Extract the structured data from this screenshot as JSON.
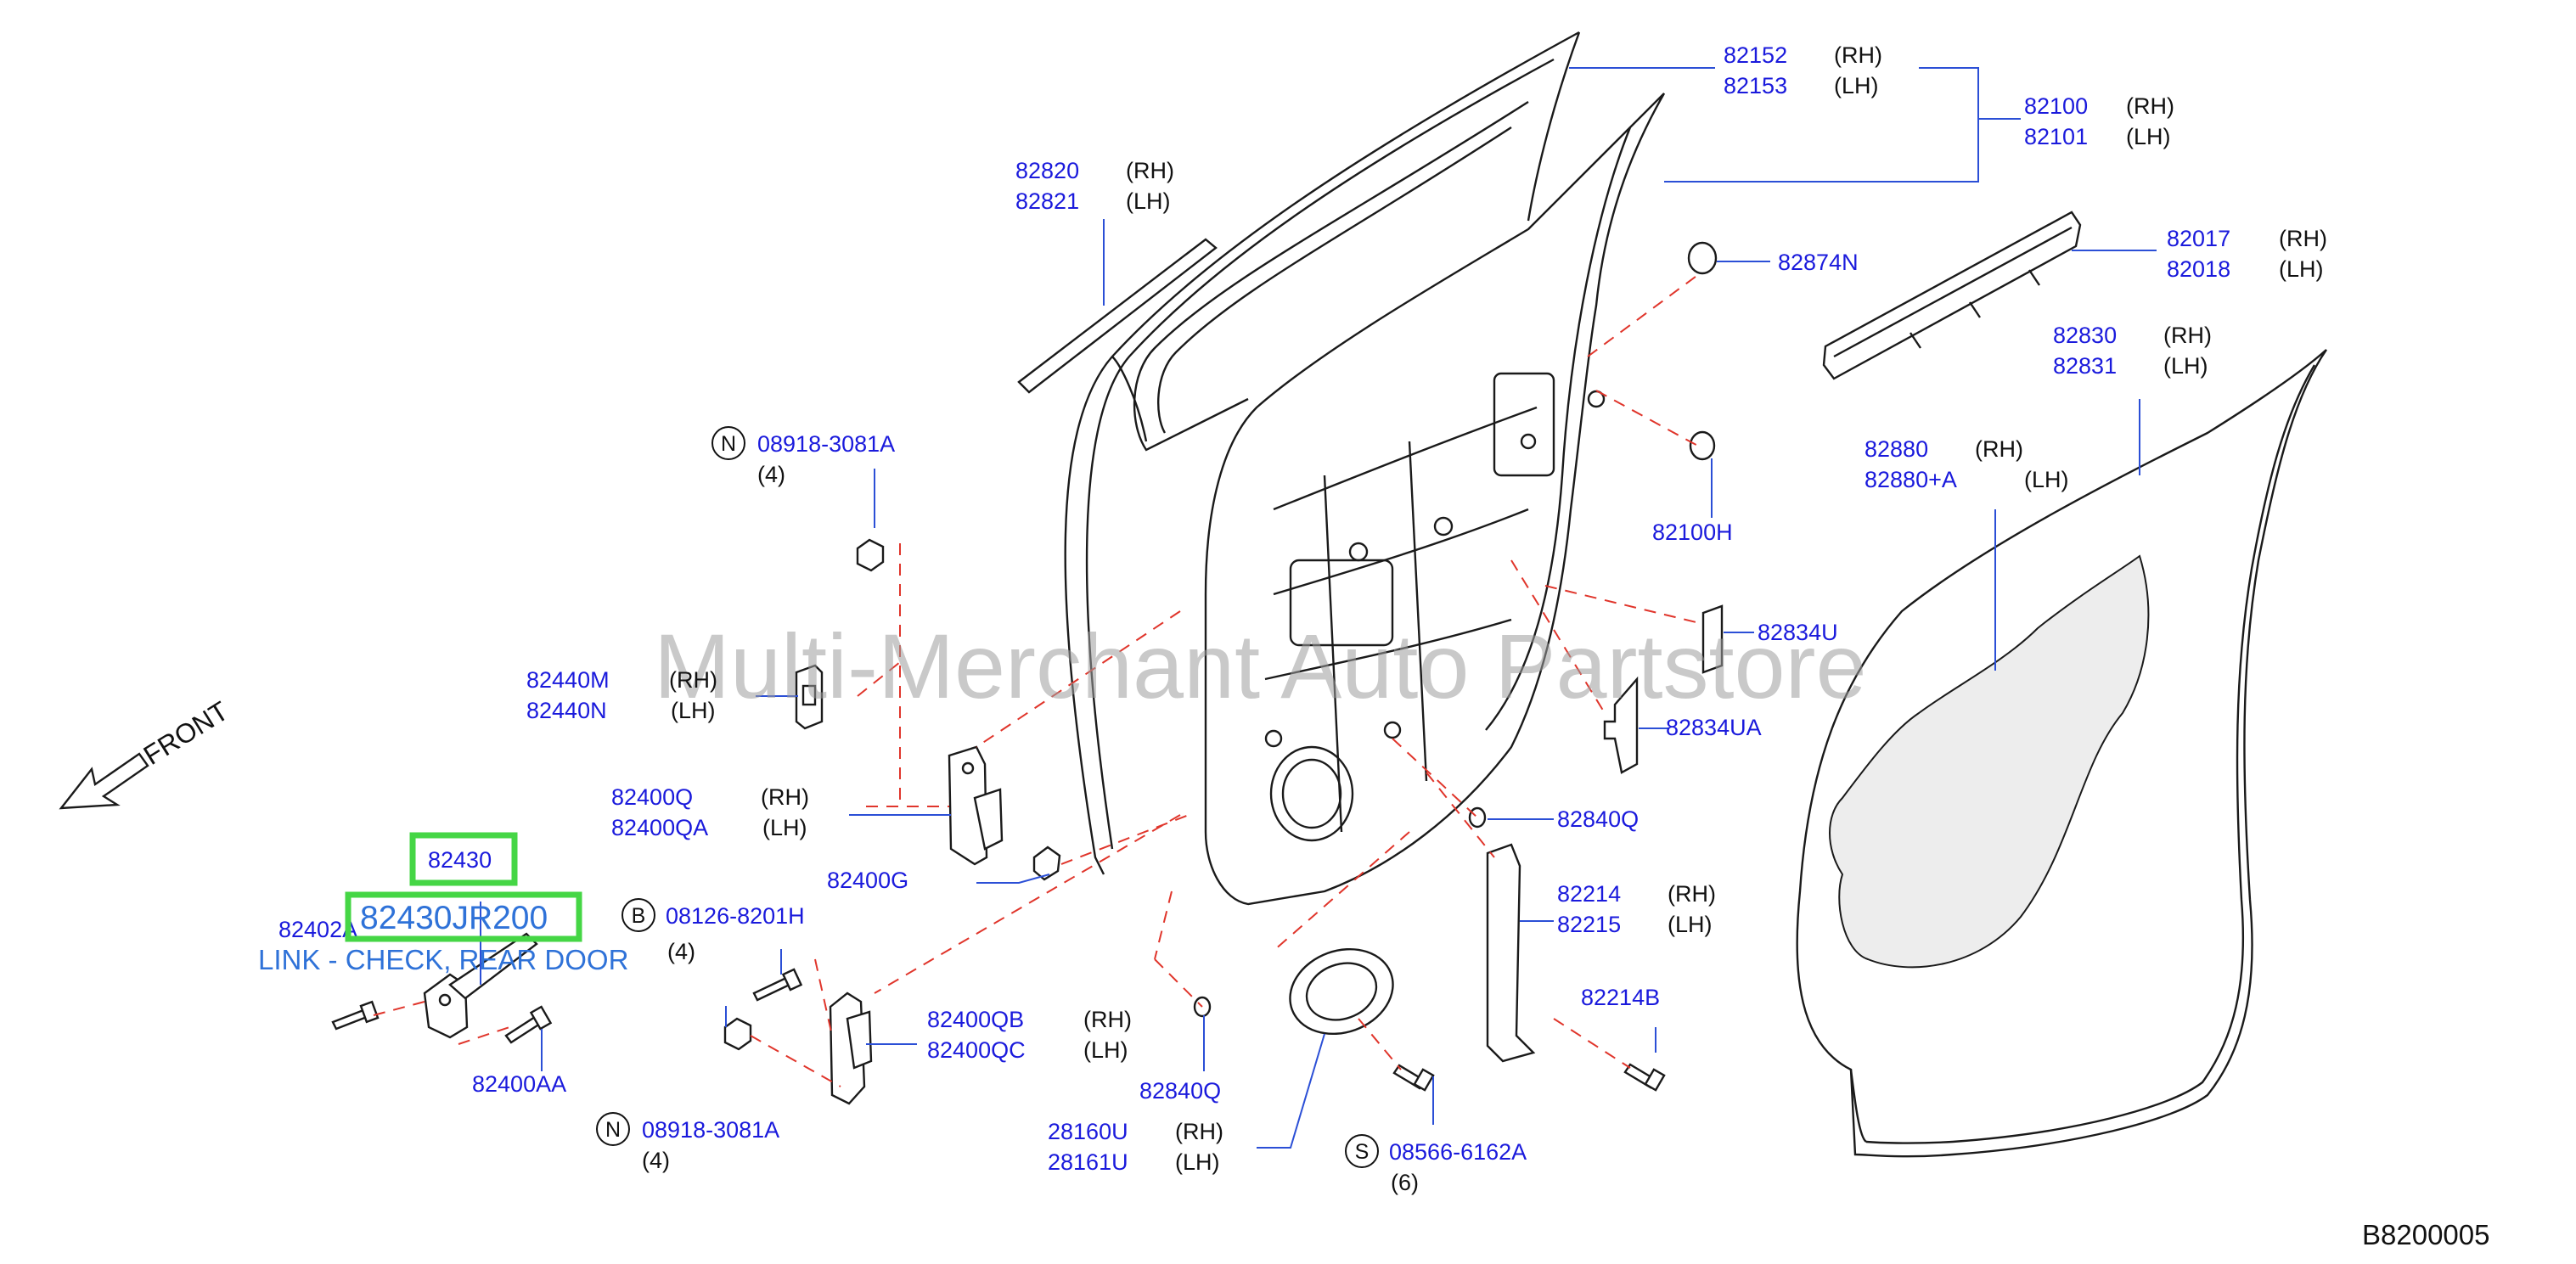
{
  "watermark": "Multi-Merchant Auto Partstore",
  "diagram_code": "B8200005",
  "front_label": "FRONT",
  "highlight": {
    "part_number": "82430",
    "full_part_number": "82430JR200",
    "description": "LINK - CHECK, REAR DOOR"
  },
  "labels": {
    "p82152": "82152",
    "p82152s": "(RH)",
    "p82153": "82153",
    "p82153s": "(LH)",
    "p82100": "82100",
    "p82100s": "(RH)",
    "p82101": "82101",
    "p82101s": "(LH)",
    "p82820": "82820",
    "p82820s": "(RH)",
    "p82821": "82821",
    "p82821s": "(LH)",
    "p82874N": "82874N",
    "p82017": "82017",
    "p82017s": "(RH)",
    "p82018": "82018",
    "p82018s": "(LH)",
    "p82830": "82830",
    "p82830s": "(RH)",
    "p82831": "82831",
    "p82831s": "(LH)",
    "p82880": "82880",
    "p82880s": "(RH)",
    "p82880A": "82880+A",
    "p82880As": "(LH)",
    "p82100H": "82100H",
    "p82834U": "82834U",
    "p82834UA": "82834UA",
    "p82840Q1": "82840Q",
    "p82214": "82214",
    "p82214s": "(RH)",
    "p82215": "82215",
    "p82215s": "(LH)",
    "p82214B": "82214B",
    "p08566": "08566-6162A",
    "p08566q": "(6)",
    "p08566c": "S",
    "p82840Q2": "82840Q",
    "p28160U": "28160U",
    "p28160Us": "(RH)",
    "p28161U": "28161U",
    "p28161Us": "(LH)",
    "p82400QB": "82400QB",
    "p82400QBs": "(RH)",
    "p82400QC": "82400QC",
    "p82400QCs": "(LH)",
    "p08918b": "08918-3081A",
    "p08918bq": "(4)",
    "p08918bc": "N",
    "p08126": "08126-8201H",
    "p08126q": "(4)",
    "p08126c": "B",
    "p82400AA": "82400AA",
    "p82402A": "82402A",
    "p82400G": "82400G",
    "p82400Q": "82400Q",
    "p82400Qs": "(RH)",
    "p82400QA": "82400QA",
    "p82400QAs": "(LH)",
    "p82440M": "82440M",
    "p82440Ms": "(RH)",
    "p82440N": "82440N",
    "p82440Ns": "(LH)",
    "p08918a": "08918-3081A",
    "p08918aq": "(4)",
    "p08918ac": "N"
  }
}
